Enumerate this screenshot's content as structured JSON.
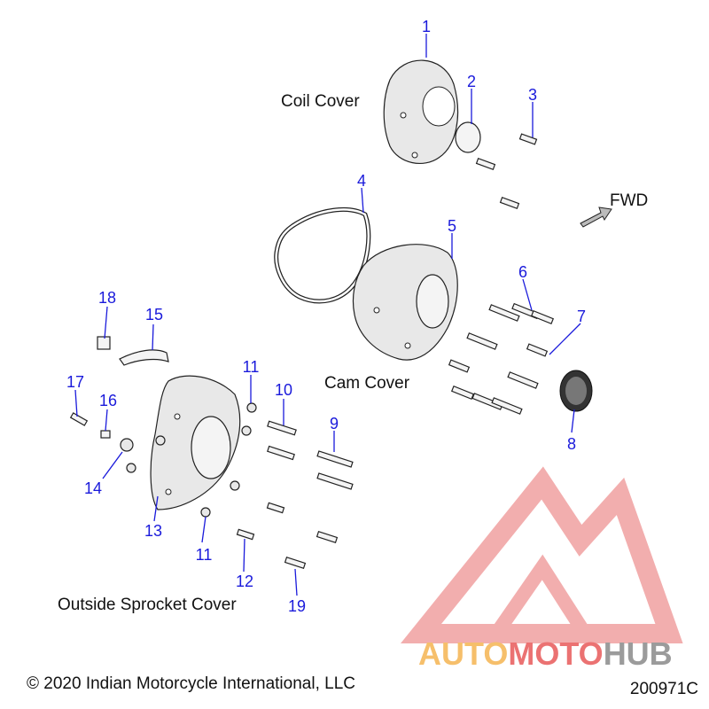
{
  "group_labels": {
    "coil_cover": "Coil Cover",
    "cam_cover": "Cam Cover",
    "outside_sprocket_cover": "Outside Sprocket Cover",
    "fwd": "FWD"
  },
  "callouts": {
    "c1": "1",
    "c2": "2",
    "c3": "3",
    "c4": "4",
    "c5": "5",
    "c6": "6",
    "c7": "7",
    "c8": "8",
    "c9": "9",
    "c10": "10",
    "c11a": "11",
    "c11b": "11",
    "c12": "12",
    "c13": "13",
    "c14": "14",
    "c15": "15",
    "c16": "16",
    "c17": "17",
    "c18": "18",
    "c19": "19"
  },
  "watermark": {
    "text_part1": "AUTO",
    "text_part2": "MOTO",
    "text_part3": "HUB",
    "color_orange": "#f5b452",
    "color_red": "#e85a5a",
    "color_grey": "#8a8a8a"
  },
  "footer": {
    "copyright": "© 2020 Indian Motorcycle International, LLC",
    "diagram_id": "200971C"
  },
  "colors": {
    "callout": "#1a1adb",
    "text": "#111111"
  }
}
